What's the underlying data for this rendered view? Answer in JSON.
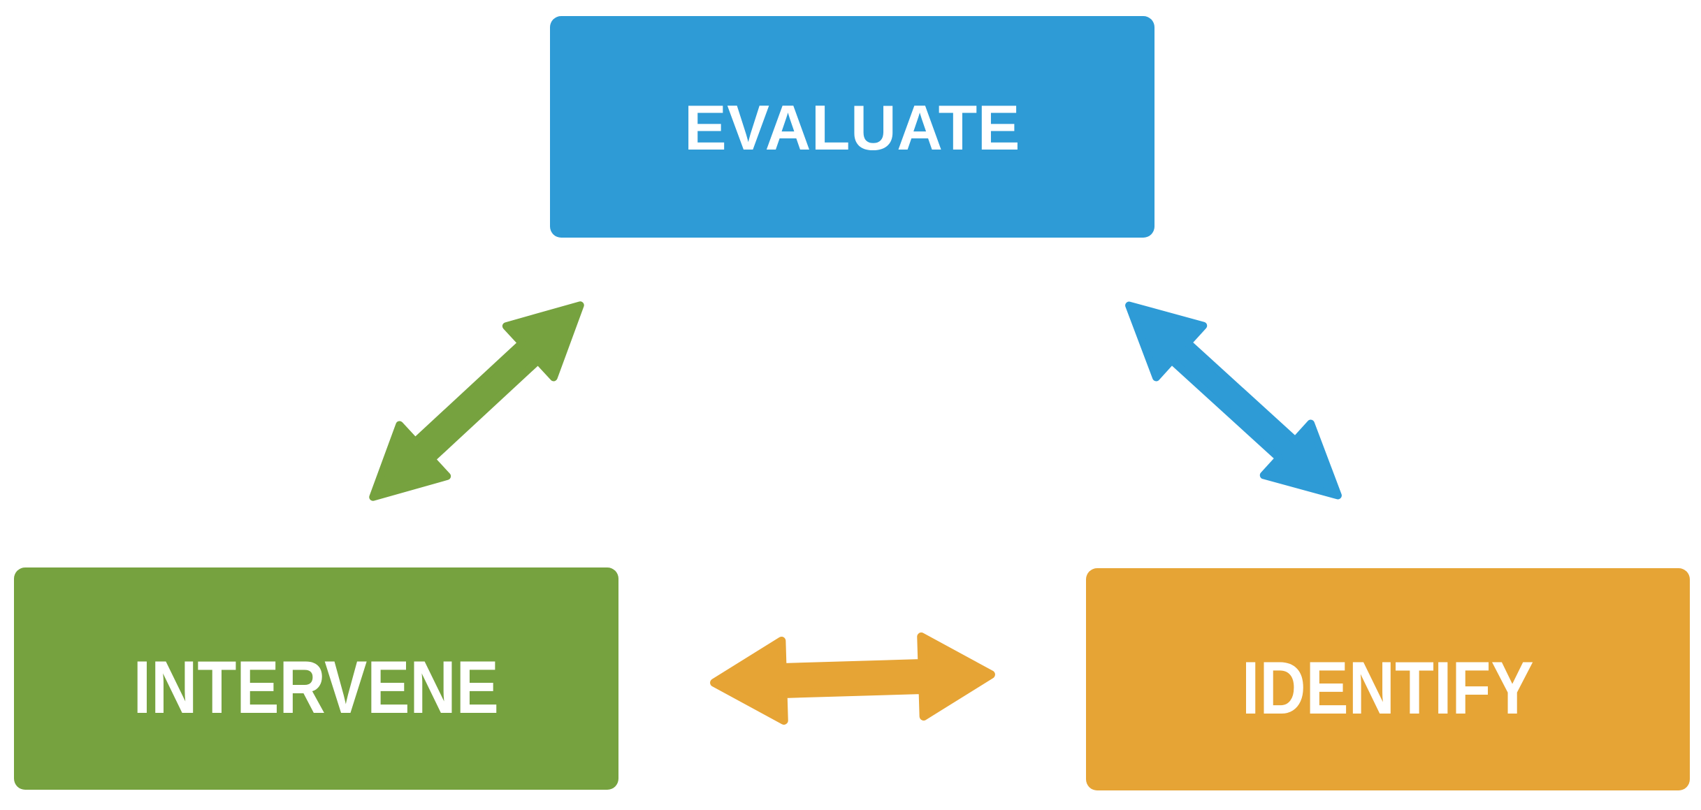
{
  "diagram": {
    "background_color": "#FFFFFF",
    "nodes": [
      {
        "id": "evaluate",
        "label": "EVALUATE",
        "fill_color": "#2E9BD6",
        "text_color": "#FFFFFF",
        "position": "top-center"
      },
      {
        "id": "intervene",
        "label": "INTERVENE",
        "fill_color": "#76A23F",
        "text_color": "#FFFFFF",
        "position": "bottom-left"
      },
      {
        "id": "identify",
        "label": "IDENTIFY",
        "fill_color": "#E6A435",
        "text_color": "#FFFFFF",
        "position": "bottom-right"
      }
    ],
    "connectors": [
      {
        "id": "intervene-evaluate",
        "style": "double-headed-arrow",
        "color": "#76A23F",
        "between": [
          "INTERVENE",
          "EVALUATE"
        ],
        "orientation": "diagonal-up-right"
      },
      {
        "id": "evaluate-identify",
        "style": "double-headed-arrow",
        "color": "#2E9BD6",
        "between": [
          "EVALUATE",
          "IDENTIFY"
        ],
        "orientation": "diagonal-down-right"
      },
      {
        "id": "intervene-identify",
        "style": "double-headed-arrow",
        "color": "#E6A435",
        "between": [
          "INTERVENE",
          "IDENTIFY"
        ],
        "orientation": "horizontal"
      }
    ]
  }
}
